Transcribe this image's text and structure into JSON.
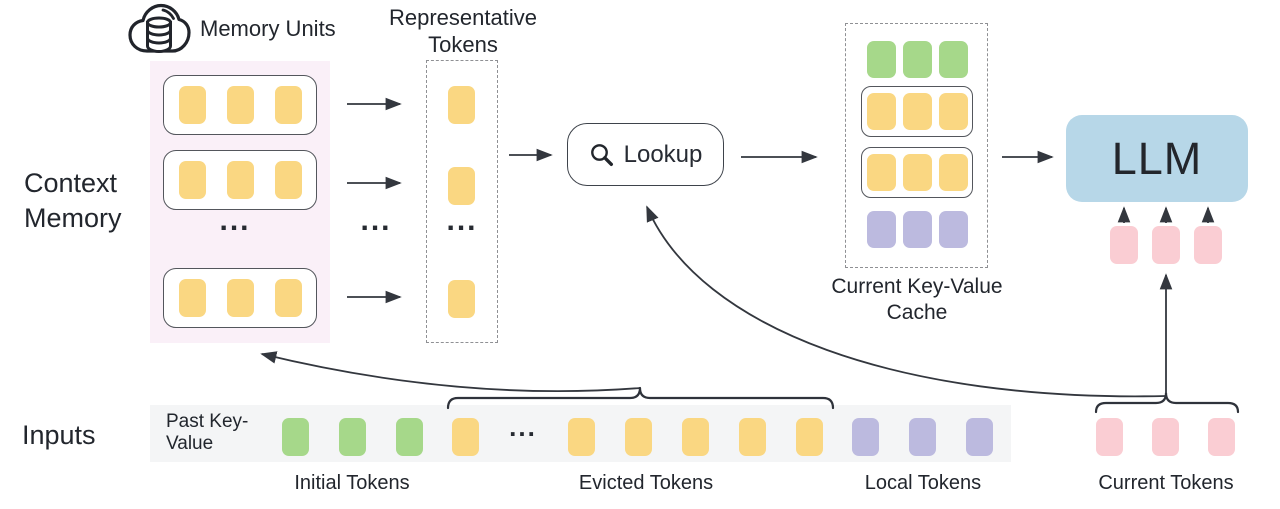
{
  "labels": {
    "memory_units": "Memory Units",
    "representative_tokens": "Representative Tokens",
    "context_memory": "Context Memory",
    "lookup": "Lookup",
    "current_kv_cache": "Current Key-Value Cache",
    "llm": "LLM",
    "inputs": "Inputs",
    "past_key_value": "Past Key-Value",
    "initial_tokens": "Initial Tokens",
    "evicted_tokens": "Evicted Tokens",
    "local_tokens": "Local Tokens",
    "current_tokens": "Current Tokens",
    "ellipsis": "..."
  },
  "icons": {
    "cloud": "cloud-database-icon",
    "search": "search-icon"
  },
  "colors": {
    "yellow": "#FAD782",
    "green": "#A6D88A",
    "purple": "#BCBADF",
    "pink": "#FACDD3",
    "llm_blue": "#B7D7E8",
    "memory_bg": "#FAF0F8",
    "strip_bg": "#F4F5F6",
    "stroke": "#33373E",
    "text": "#22262D"
  },
  "tokens": {
    "memory_rows": [
      [
        "yellow",
        "yellow",
        "yellow"
      ],
      [
        "yellow",
        "yellow",
        "yellow"
      ],
      [
        "yellow",
        "yellow",
        "yellow"
      ]
    ],
    "representative": [
      "yellow",
      "yellow",
      "yellow"
    ],
    "cache_rows": [
      {
        "boxed": false,
        "tokens": [
          "green",
          "green",
          "green"
        ]
      },
      {
        "boxed": true,
        "tokens": [
          "yellow",
          "yellow",
          "yellow"
        ]
      },
      {
        "boxed": true,
        "tokens": [
          "yellow",
          "yellow",
          "yellow"
        ]
      },
      {
        "boxed": false,
        "tokens": [
          "purple",
          "purple",
          "purple"
        ]
      }
    ],
    "llm_inputs": [
      "pink",
      "pink",
      "pink"
    ],
    "strip_initial": [
      "green",
      "green",
      "green"
    ],
    "strip_evicted_left": [
      "yellow"
    ],
    "strip_evicted_right": [
      "yellow",
      "yellow",
      "yellow",
      "yellow",
      "yellow"
    ],
    "strip_local": [
      "purple",
      "purple",
      "purple"
    ],
    "current": [
      "pink",
      "pink",
      "pink"
    ]
  }
}
